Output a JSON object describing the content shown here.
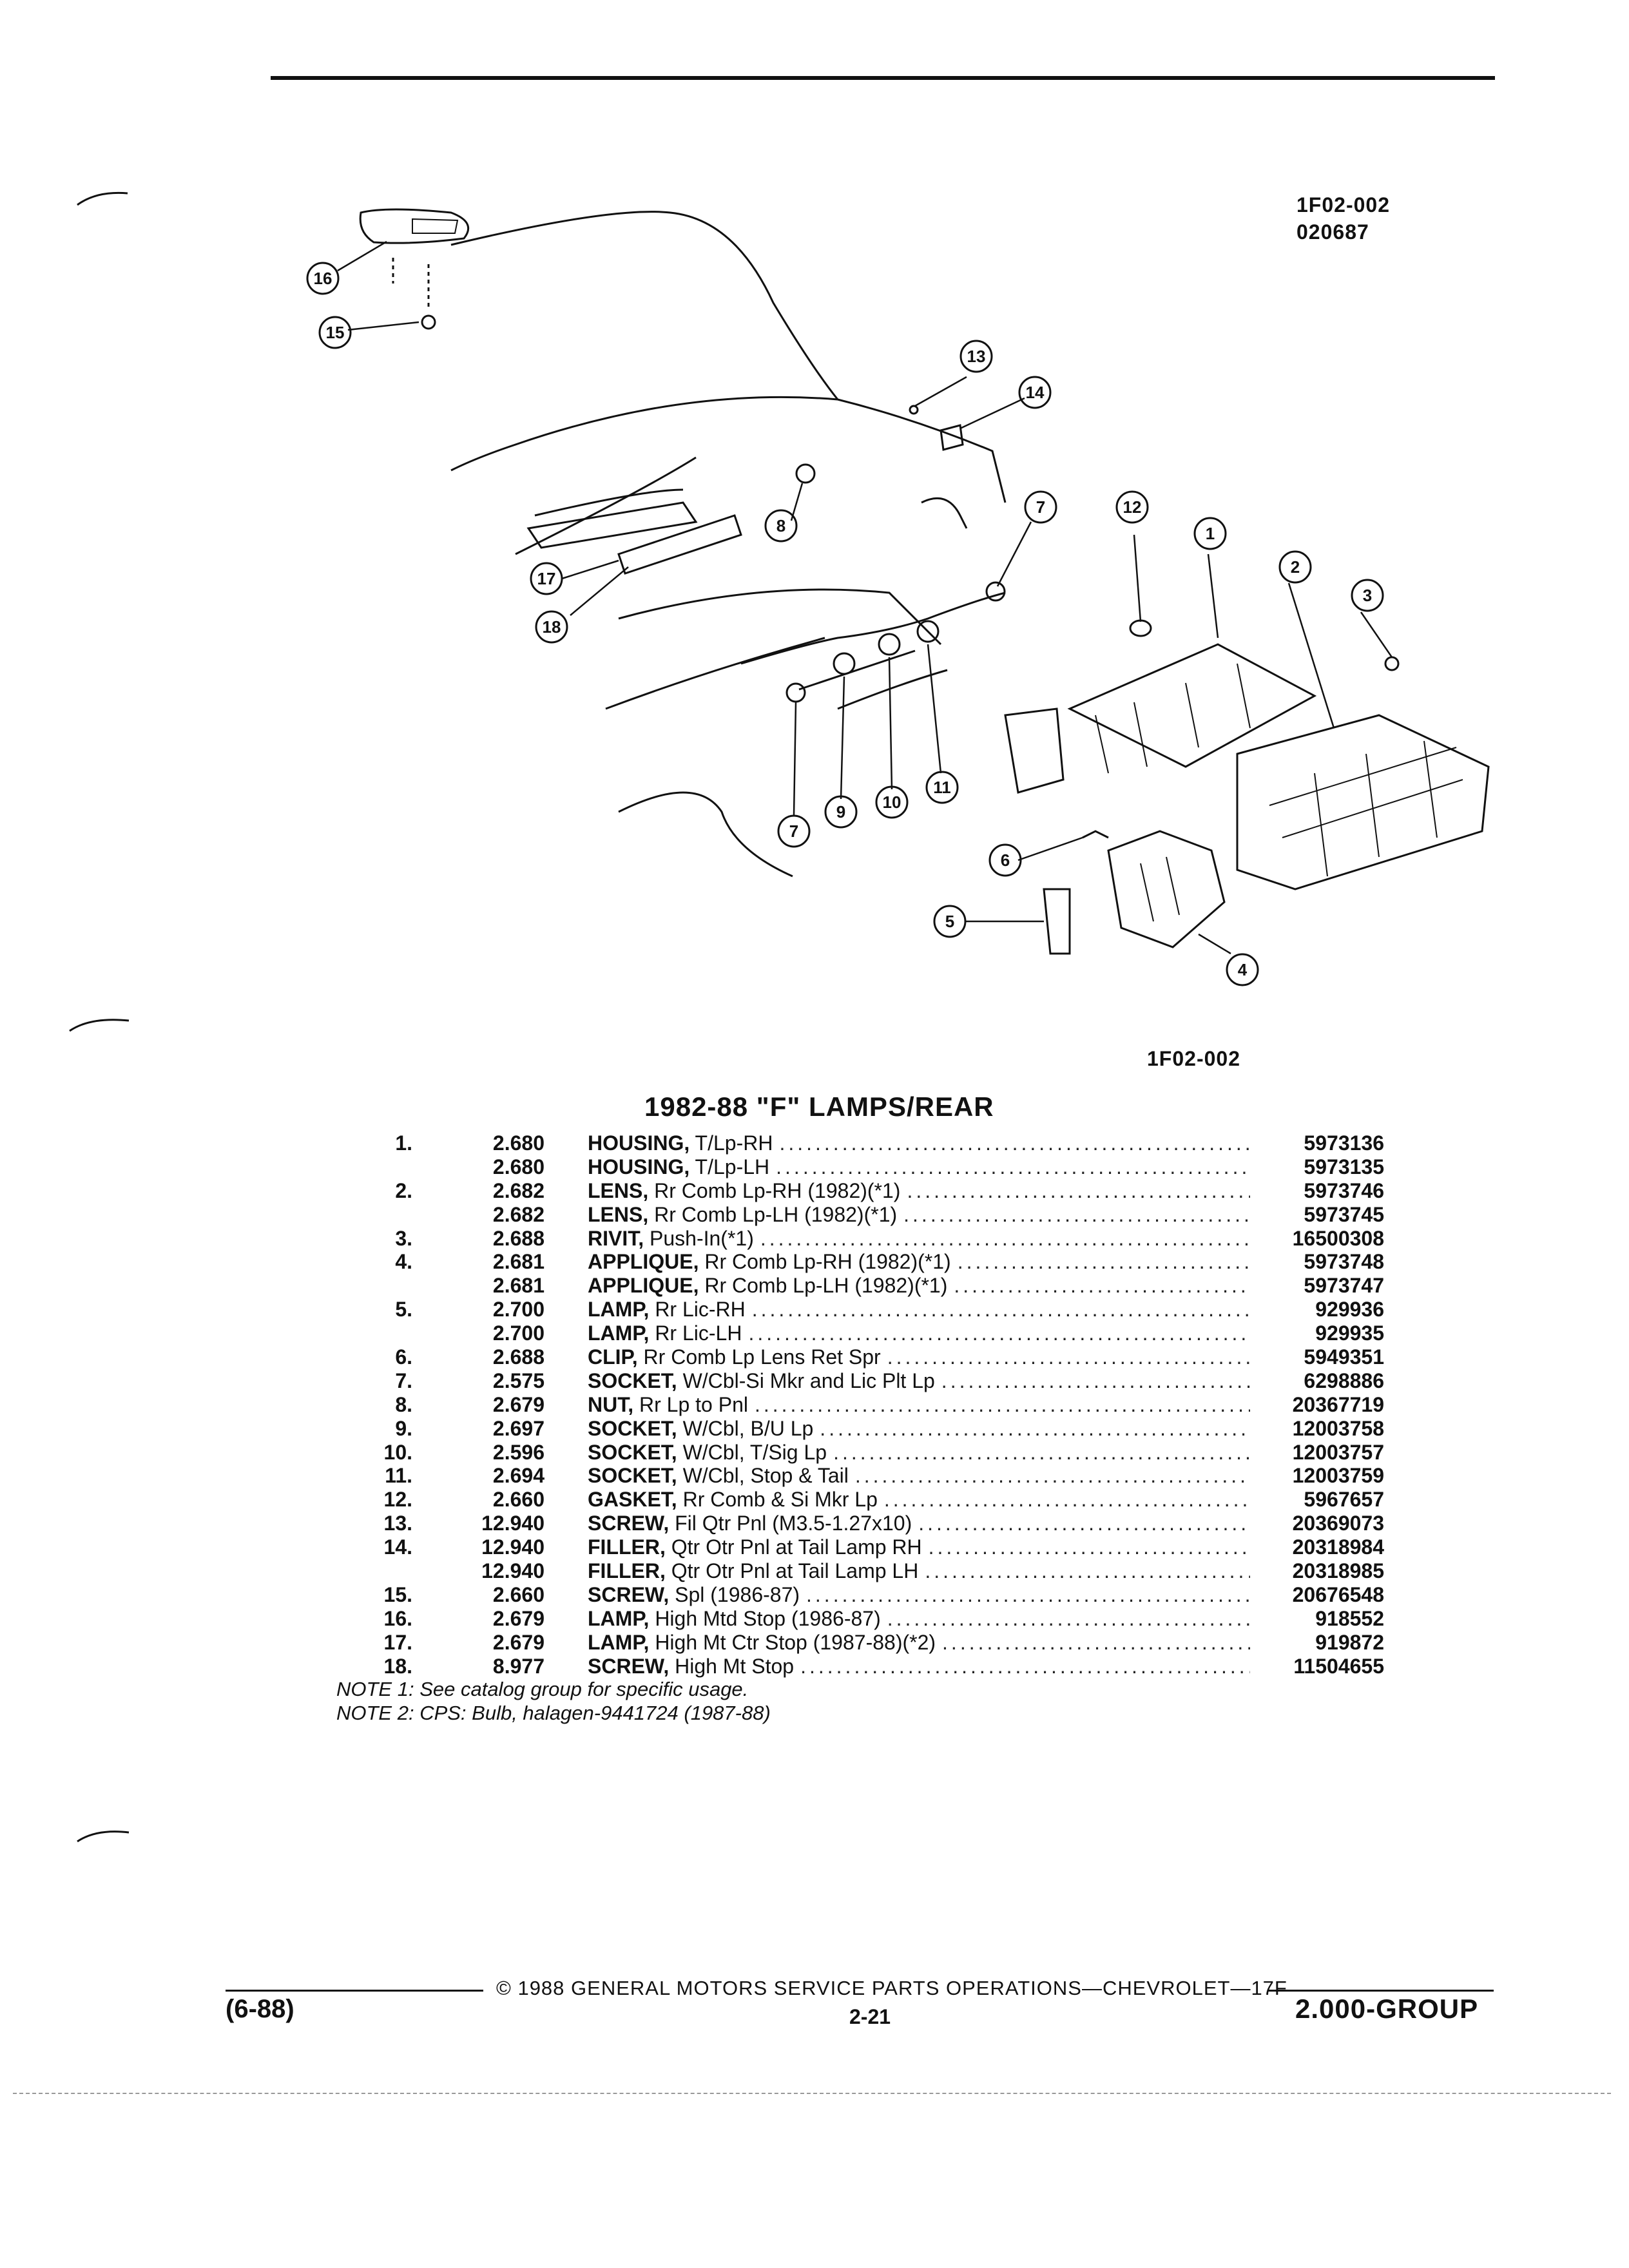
{
  "figure": {
    "id_top": "1F02-002",
    "id_date": "020687",
    "caption": "1F02-002",
    "callouts": [
      "1",
      "2",
      "3",
      "4",
      "5",
      "6",
      "7",
      "8",
      "9",
      "10",
      "11",
      "12",
      "13",
      "14",
      "15",
      "16",
      "17",
      "18"
    ]
  },
  "section_title": "1982-88 \"F\" LAMPS/REAR",
  "parts": [
    {
      "num": "1.",
      "group": "2.680",
      "name": "HOUSING,",
      "detail": " T/Lp-RH",
      "pn": "5973136"
    },
    {
      "num": "",
      "group": "2.680",
      "name": "HOUSING,",
      "detail": " T/Lp-LH",
      "pn": "5973135"
    },
    {
      "num": "2.",
      "group": "2.682",
      "name": "LENS,",
      "detail": " Rr Comb Lp-RH (1982)(*1)",
      "pn": "5973746"
    },
    {
      "num": "",
      "group": "2.682",
      "name": "LENS,",
      "detail": " Rr Comb Lp-LH (1982)(*1)",
      "pn": "5973745"
    },
    {
      "num": "3.",
      "group": "2.688",
      "name": "RIVIT,",
      "detail": " Push-In(*1)",
      "pn": "16500308"
    },
    {
      "num": "4.",
      "group": "2.681",
      "name": "APPLIQUE,",
      "detail": " Rr Comb Lp-RH (1982)(*1)",
      "pn": "5973748"
    },
    {
      "num": "",
      "group": "2.681",
      "name": "APPLIQUE,",
      "detail": " Rr Comb Lp-LH (1982)(*1)",
      "pn": "5973747"
    },
    {
      "num": "5.",
      "group": "2.700",
      "name": "LAMP,",
      "detail": " Rr Lic-RH",
      "pn": "929936"
    },
    {
      "num": "",
      "group": "2.700",
      "name": "LAMP,",
      "detail": " Rr Lic-LH",
      "pn": "929935"
    },
    {
      "num": "6.",
      "group": "2.688",
      "name": "CLIP,",
      "detail": " Rr Comb Lp Lens Ret Spr",
      "pn": "5949351"
    },
    {
      "num": "7.",
      "group": "2.575",
      "name": "SOCKET,",
      "detail": " W/Cbl-Si Mkr and Lic Plt Lp",
      "pn": "6298886"
    },
    {
      "num": "8.",
      "group": "2.679",
      "name": "NUT,",
      "detail": " Rr Lp to Pnl",
      "pn": "20367719"
    },
    {
      "num": "9.",
      "group": "2.697",
      "name": "SOCKET,",
      "detail": " W/Cbl, B/U Lp",
      "pn": "12003758"
    },
    {
      "num": "10.",
      "group": "2.596",
      "name": "SOCKET,",
      "detail": " W/Cbl, T/Sig Lp",
      "pn": "12003757"
    },
    {
      "num": "11.",
      "group": "2.694",
      "name": "SOCKET,",
      "detail": " W/Cbl, Stop & Tail",
      "pn": "12003759"
    },
    {
      "num": "12.",
      "group": "2.660",
      "name": "GASKET,",
      "detail": " Rr Comb & Si Mkr Lp",
      "pn": "5967657"
    },
    {
      "num": "13.",
      "group": "12.940",
      "name": "SCREW,",
      "detail": " Fil Qtr Pnl (M3.5-1.27x10)",
      "pn": "20369073"
    },
    {
      "num": "14.",
      "group": "12.940",
      "name": "FILLER,",
      "detail": " Qtr Otr Pnl at Tail Lamp RH",
      "pn": "20318984"
    },
    {
      "num": "",
      "group": "12.940",
      "name": "FILLER,",
      "detail": " Qtr Otr Pnl at Tail Lamp LH",
      "pn": "20318985"
    },
    {
      "num": "15.",
      "group": "2.660",
      "name": "SCREW,",
      "detail": " Spl (1986-87)",
      "pn": "20676548"
    },
    {
      "num": "16.",
      "group": "2.679",
      "name": "LAMP,",
      "detail": " High Mtd Stop (1986-87)",
      "pn": "918552"
    },
    {
      "num": "17.",
      "group": "2.679",
      "name": "LAMP,",
      "detail": " High Mt Ctr Stop (1987-88)(*2)",
      "pn": "919872"
    },
    {
      "num": "18.",
      "group": "8.977",
      "name": "SCREW,",
      "detail": " High Mt Stop",
      "pn": "11504655"
    }
  ],
  "notes": [
    "NOTE 1: See catalog group for specific usage.",
    "NOTE 2: CPS: Bulb, halagen-9441724 (1987-88)"
  ],
  "footer": {
    "revision": "(6-88)",
    "copyright": "© 1988 GENERAL MOTORS SERVICE PARTS OPERATIONS—CHEVROLET—17F",
    "page": "2-21",
    "group": "2.000-GROUP"
  }
}
